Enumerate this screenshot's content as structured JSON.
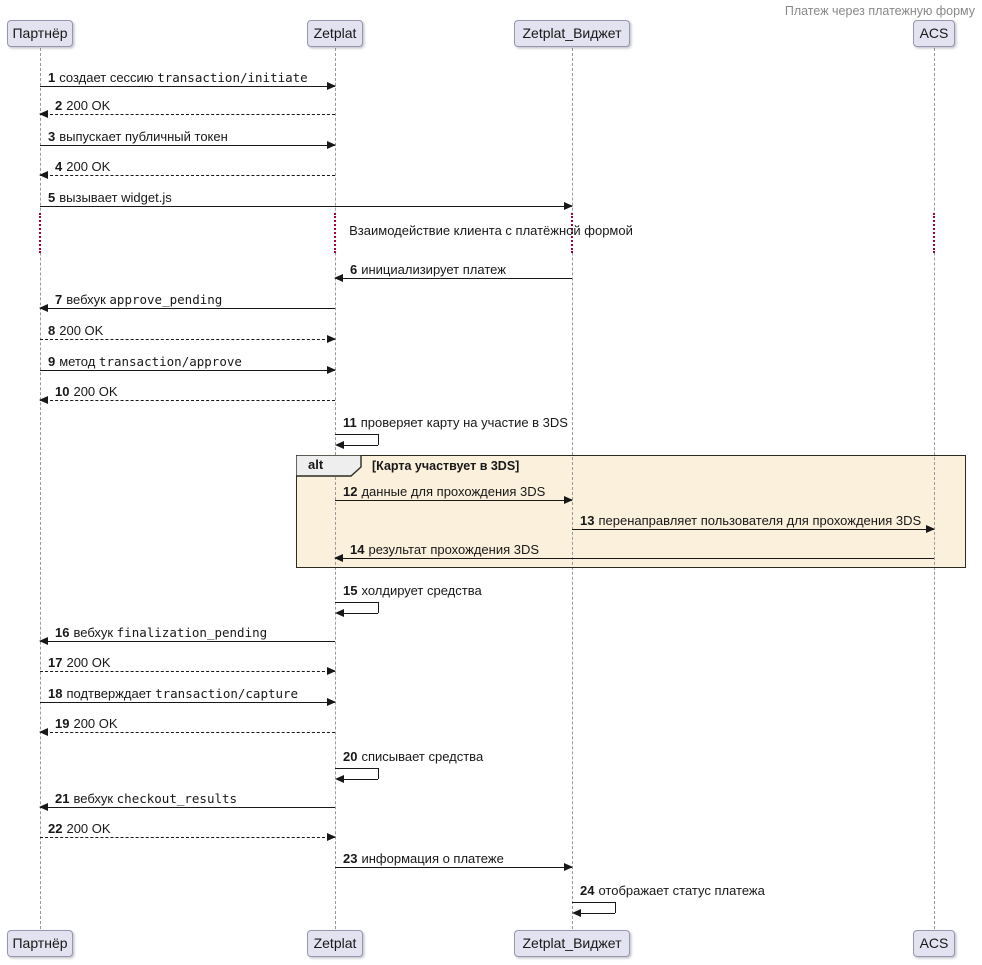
{
  "title": "Платеж через платежную форму",
  "participants": [
    {
      "name": "Партнёр"
    },
    {
      "name": "Zetplat"
    },
    {
      "name": "Zetplat_Виджет"
    },
    {
      "name": "ACS"
    }
  ],
  "delay_note": "Взаимодействие клиента с платёжной формой",
  "alt": {
    "operator": "alt",
    "condition": "[Карта участвует в 3DS]"
  },
  "messages": [
    {
      "num": "1",
      "pre": "создает сессию ",
      "mono": "transaction/initiate"
    },
    {
      "num": "2",
      "pre": "200 OK",
      "mono": ""
    },
    {
      "num": "3",
      "pre": "выпускает публичный токен",
      "mono": ""
    },
    {
      "num": "4",
      "pre": "200 OK",
      "mono": ""
    },
    {
      "num": "5",
      "pre": "вызывает widget.js",
      "mono": ""
    },
    {
      "num": "6",
      "pre": "инициализирует платеж",
      "mono": ""
    },
    {
      "num": "7",
      "pre": "вебхук ",
      "mono": "approve_pending"
    },
    {
      "num": "8",
      "pre": "200 OK",
      "mono": ""
    },
    {
      "num": "9",
      "pre": "метод ",
      "mono": "transaction/approve"
    },
    {
      "num": "10",
      "pre": "200 OK",
      "mono": ""
    },
    {
      "num": "11",
      "pre": "проверяет карту на участие в 3DS",
      "mono": ""
    },
    {
      "num": "12",
      "pre": "данные для прохождения 3DS",
      "mono": ""
    },
    {
      "num": "13",
      "pre": "перенаправляет пользователя для прохождения 3DS",
      "mono": ""
    },
    {
      "num": "14",
      "pre": "результат прохождения 3DS",
      "mono": ""
    },
    {
      "num": "15",
      "pre": "холдирует средства",
      "mono": ""
    },
    {
      "num": "16",
      "pre": "вебхук ",
      "mono": "finalization_pending"
    },
    {
      "num": "17",
      "pre": "200 OK",
      "mono": ""
    },
    {
      "num": "18",
      "pre": "подтверждает ",
      "mono": "transaction/capture"
    },
    {
      "num": "19",
      "pre": "200 OK",
      "mono": ""
    },
    {
      "num": "20",
      "pre": "списывает средства",
      "mono": ""
    },
    {
      "num": "21",
      "pre": "вебхук ",
      "mono": "checkout_results"
    },
    {
      "num": "22",
      "pre": "200 OK",
      "mono": ""
    },
    {
      "num": "23",
      "pre": "информация о платеже",
      "mono": ""
    },
    {
      "num": "24",
      "pre": "отображает статус платежа",
      "mono": ""
    }
  ],
  "colors": {
    "participant_fill": "#E2E2F0",
    "participant_border": "#9696AE",
    "lifeline": "#9A9A9A",
    "delay_dotted": "#A80036",
    "arrow": "#181818",
    "alt_background": "#FAF0DC",
    "alt_border": "#2B2B22",
    "alt_header_fill": "#EEEEEE",
    "title_text": "#888888"
  }
}
